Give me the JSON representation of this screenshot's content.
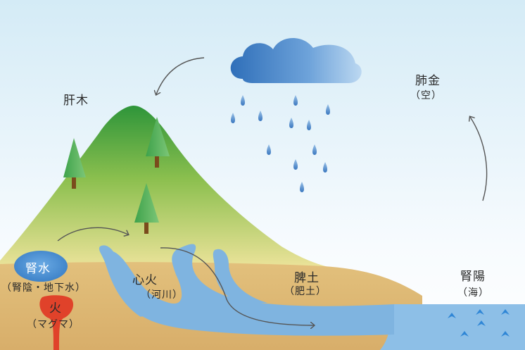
{
  "labels": {
    "liver_wood": "肝木",
    "lung_metal": "肺金",
    "lung_sub": "（空）",
    "kidney_water": "腎水",
    "kidney_sub": "（腎陰・地下水）",
    "fire": "火",
    "fire_sub": "（マグマ）",
    "heart_fire": "心火",
    "heart_sub": "（河川）",
    "spleen_earth": "脾土",
    "spleen_sub": "（肥土）",
    "kidney_yang": "腎陽",
    "kidney_yang_sub": "（海）"
  },
  "colors": {
    "sky_top": "#d6ecf7",
    "sky_bottom": "#ffffff",
    "mountain_peak": "#2f9a3c",
    "mountain_base": "#e4dd8a",
    "earth": "#ddb978",
    "river": "#7fb4e0",
    "cloud": "#3b7cc4",
    "rain": "#4a86c8",
    "tree": "#3a9a48",
    "trunk": "#7a4b1c",
    "magma": "#e0422a",
    "water_ellipse": "#4a8fd3",
    "arrow": "#555555"
  },
  "icons": {
    "cloud": "cloud-icon",
    "raindrop": "raindrop-icon",
    "tree": "tree-icon",
    "wave": "wave-icon"
  }
}
